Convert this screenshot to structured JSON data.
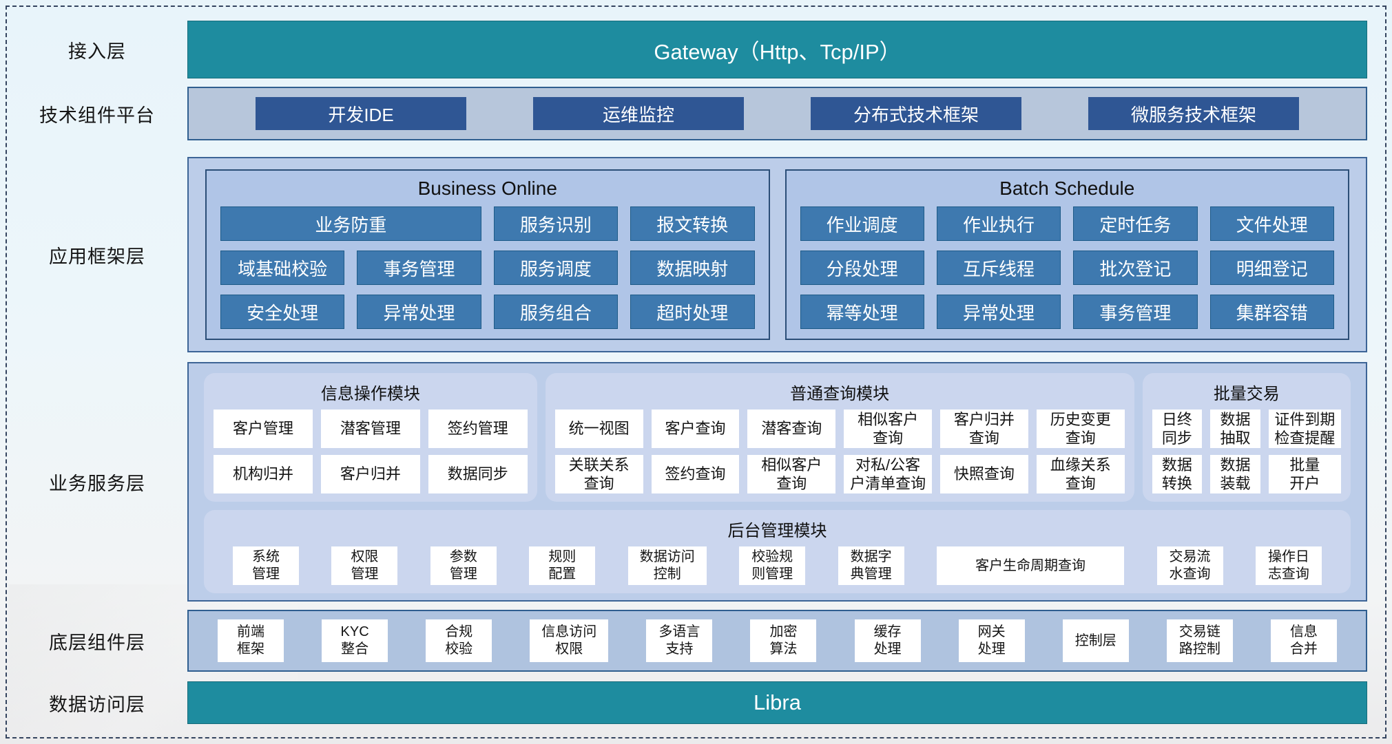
{
  "colors": {
    "accent_teal": "#1e8c9f",
    "dark_blue_button": "#2f5694",
    "item_blue": "#3e79af",
    "panel_blue": "#bccde9",
    "module_lavender": "#cbd6ee"
  },
  "layers": {
    "access": {
      "label": "接入层",
      "gateway": "Gateway（Http、Tcp/IP）"
    },
    "tech_platform": {
      "label": "技术组件平台",
      "items": [
        "开发IDE",
        "运维监控",
        "分布式技术框架",
        "微服务技术框架"
      ]
    },
    "app_framework": {
      "label": "应用框架层",
      "business_online": {
        "title": "Business Online",
        "items": [
          {
            "t": "业务防重",
            "cls": "span2"
          },
          "服务识别",
          "报文转换",
          "域基础校验",
          "事务管理",
          "服务调度",
          "数据映射",
          "安全处理",
          "异常处理",
          "服务组合",
          "超时处理"
        ]
      },
      "batch_schedule": {
        "title": "Batch Schedule",
        "items": [
          "作业调度",
          "作业执行",
          "定时任务",
          "文件处理",
          "分段处理",
          "互斥线程",
          "批次登记",
          "明细登记",
          "幂等处理",
          "异常处理",
          "事务管理",
          "集群容错"
        ]
      }
    },
    "business_service": {
      "label": "业务服务层",
      "info_module": {
        "title": "信息操作模块",
        "items": [
          "客户管理",
          "潜客管理",
          "签约管理",
          "机构归并",
          "客户归并",
          "数据同步"
        ]
      },
      "query_module": {
        "title": "普通查询模块",
        "items": [
          "统一视图",
          "客户查询",
          "潜客查询",
          "相似客户\n查询",
          "客户归并\n查询",
          "历史变更\n查询",
          "关联关系\n查询",
          "签约查询",
          "相似客户\n查询",
          "对私/公客\n户清单查询",
          "快照查询",
          "血缘关系\n查询"
        ]
      },
      "batch_module": {
        "title": "批量交易",
        "items": [
          "日终\n同步",
          "数据\n抽取",
          "证件到期\n检查提醒",
          "数据\n转换",
          "数据\n装载",
          "批量\n开户"
        ]
      },
      "admin_module": {
        "title": "后台管理模块",
        "items": [
          "系统\n管理",
          "权限\n管理",
          "参数\n管理",
          "规则\n配置",
          {
            "t": "数据访问\n控制",
            "cls": "w-md"
          },
          "校验规\n则管理",
          "数据字\n典管理",
          {
            "t": "客户生命周期查询",
            "cls": "w-xl"
          },
          "交易流\n水查询",
          "操作日\n志查询"
        ]
      }
    },
    "base_components": {
      "label": "底层组件层",
      "items": [
        "前端\n框架",
        "KYC\n整合",
        "合规\n校验",
        {
          "t": "信息访问\n权限",
          "cls": "w-md"
        },
        "多语言\n支持",
        "加密\n算法",
        "缓存\n处理",
        "网关\n处理",
        "控制层",
        "交易链\n路控制",
        "信息\n合并"
      ]
    },
    "data_access": {
      "label": "数据访问层",
      "bar": "Libra"
    }
  }
}
